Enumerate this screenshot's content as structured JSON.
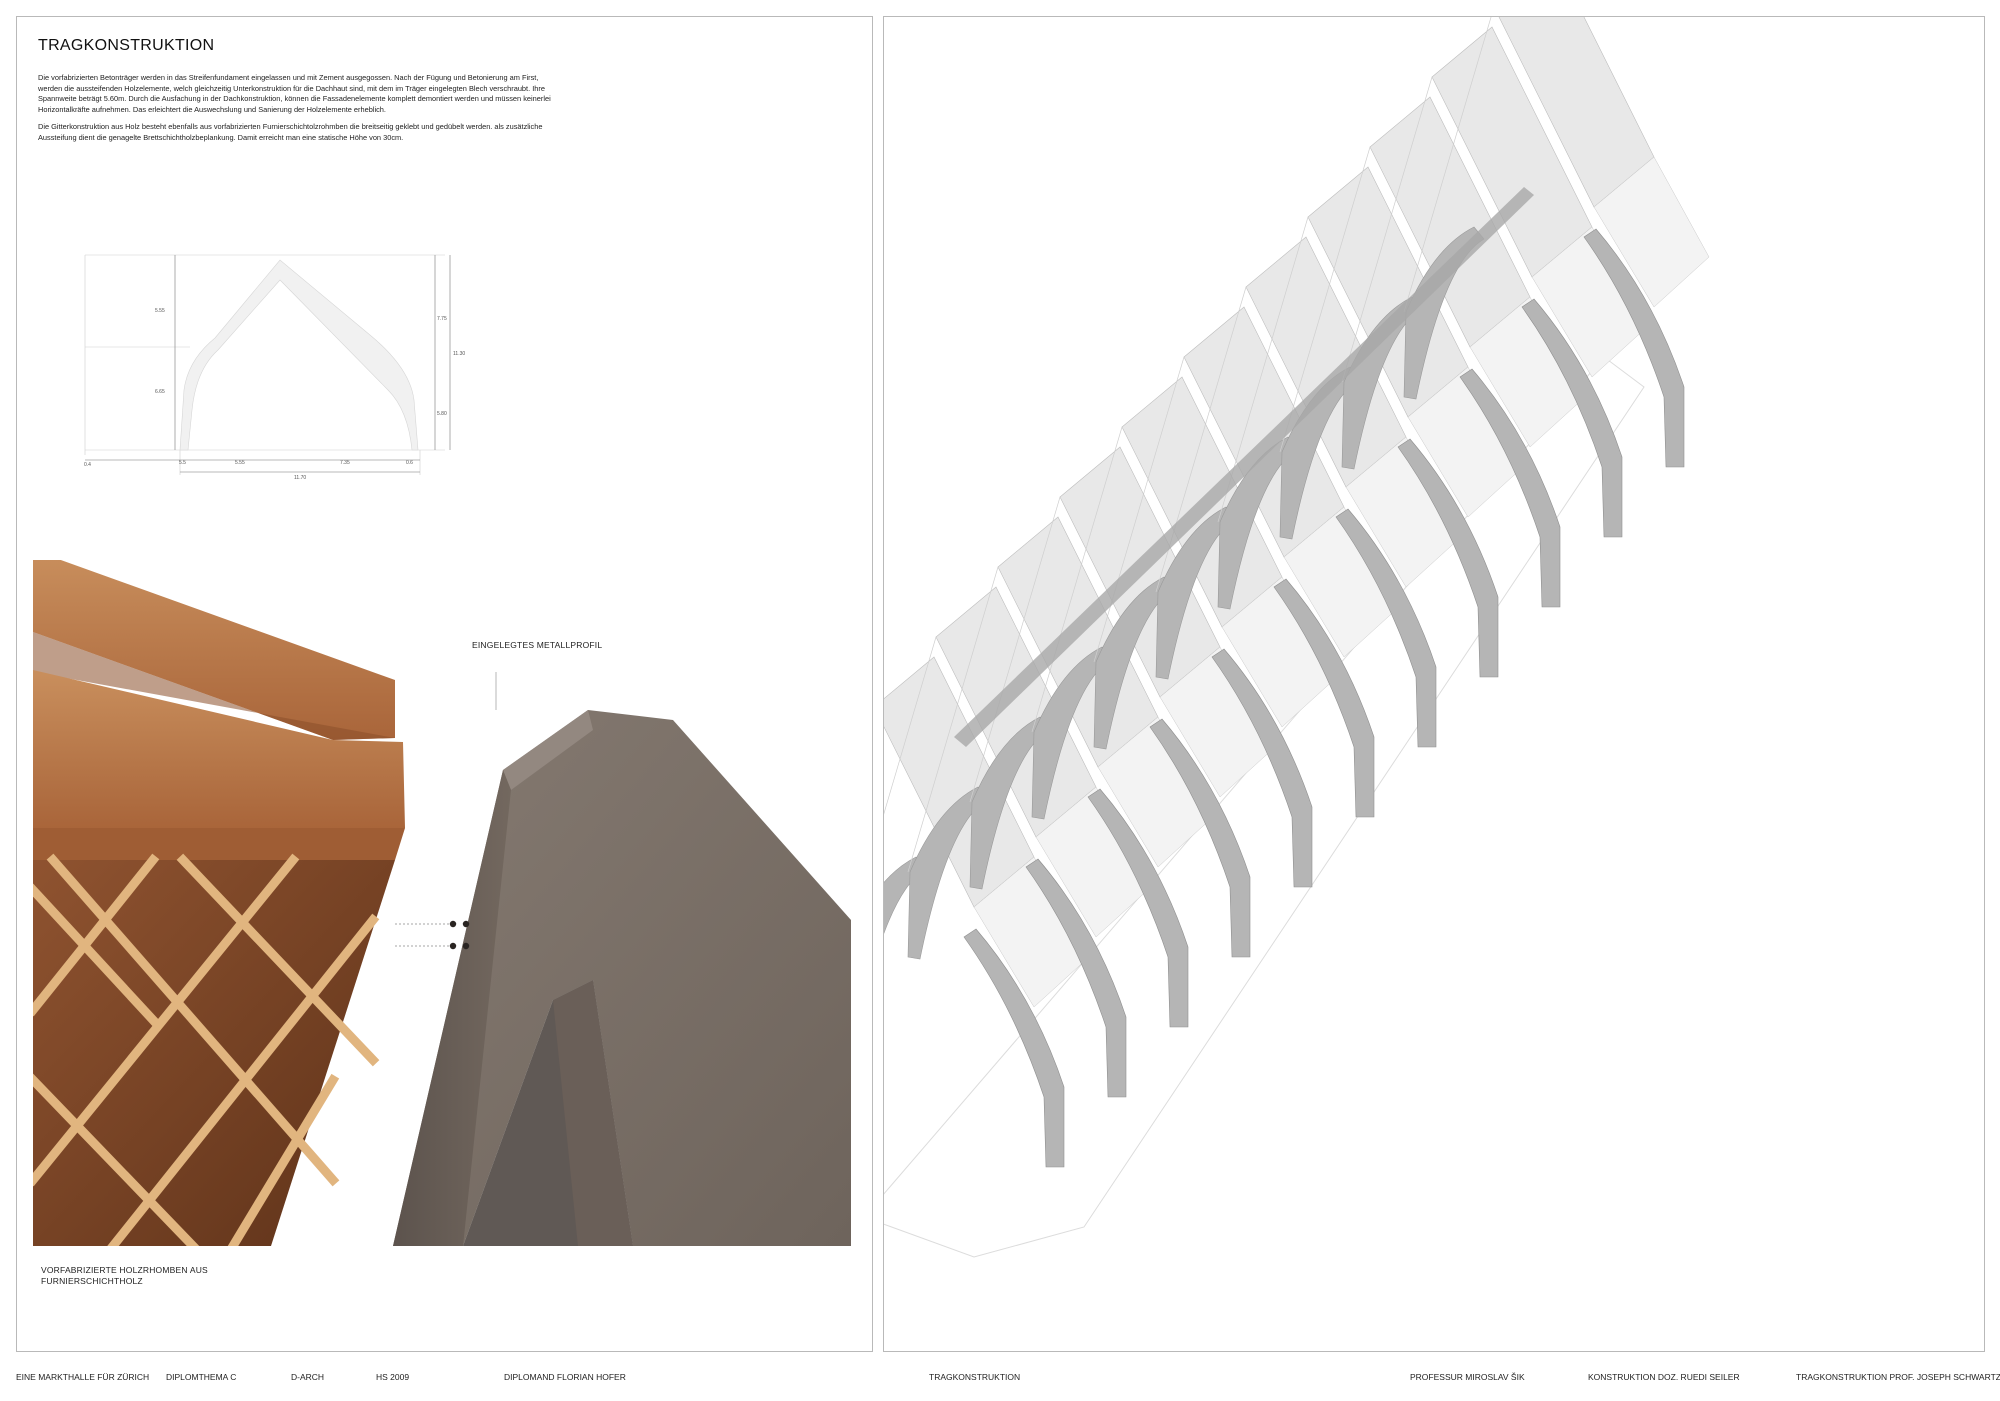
{
  "left_panel": {
    "title": "TRAGKONSTRUKTION",
    "paragraphs": [
      "Die vorfabrizierten Betonträger werden in das Streifenfundament eingelassen und mit Zement ausgegossen. Nach der Fügung und Betonierung am First, werden die aussteifenden Holzelemente, welch gleichzeitig Unterkonstruktion für die Dachhaut sind, mit dem im Träger eingelegten Blech verschraubt. Ihre Spannweite beträgt 5.60m. Durch die Ausfachung in der Dachkonstruktion, können die Fassadenelemente komplett demontiert werden und müssen keinerlei Horizontalkräfte aufnehmen. Das erleichtert die Auswechslung und Sanierung der Holzelemente erheblich.",
      "Die Gitterkonstruktion aus Holz besteht ebenfalls aus vorfabrizierten Furnierschichtolzrohmben die breitseitig geklebt und gedübelt werden. als zusätzliche Aussteifung dient die genagelte Brettschichtholzbeplankung. Damit erreicht man eine statische Höhe von 30cm."
    ],
    "section_dimensions": {
      "left_upper": "5.55",
      "left_lower": "6.65",
      "right_upper": "7.75",
      "right_lower": "5.80",
      "right_total": "11.30",
      "bottom_a": "0.4",
      "bottom_b": "5.5",
      "bottom_c": "5.55",
      "bottom_d": "7.35",
      "bottom_e": "0.6",
      "bottom_total": "11.70"
    },
    "callout_metal": "EINGELEGTES METALLPROFIL",
    "callout_wood_line1": "VORFABRIZIERTE HOLZRHOMBEN AUS",
    "callout_wood_line2": "FURNIERSCHICHTHOLZ"
  },
  "footer": {
    "project": "EINE MARKTHALLE FÜR ZÜRICH",
    "thesis": "DIPLOMTHEMA C",
    "dept": "D-ARCH",
    "semester": "HS 2009",
    "student": "DIPLOMAND  FLORIAN HOFER",
    "sheet": "TRAGKONSTRUKTION",
    "professor": "PROFESSUR MIROSLAV ŠIK",
    "construction": "KONSTRUKTION DOZ. RUEDI SEILER",
    "structure": "TRAGKONSTRUKTION  PROF. JOSEPH SCHWARTZ"
  },
  "colors": {
    "wood": "#b9764a",
    "wood_dark": "#7a4424",
    "concrete": "#7b7169",
    "concrete_dark": "#5a514b",
    "rib_grey": "#b5b5b5",
    "roof_grey": "#e8e8e8"
  }
}
